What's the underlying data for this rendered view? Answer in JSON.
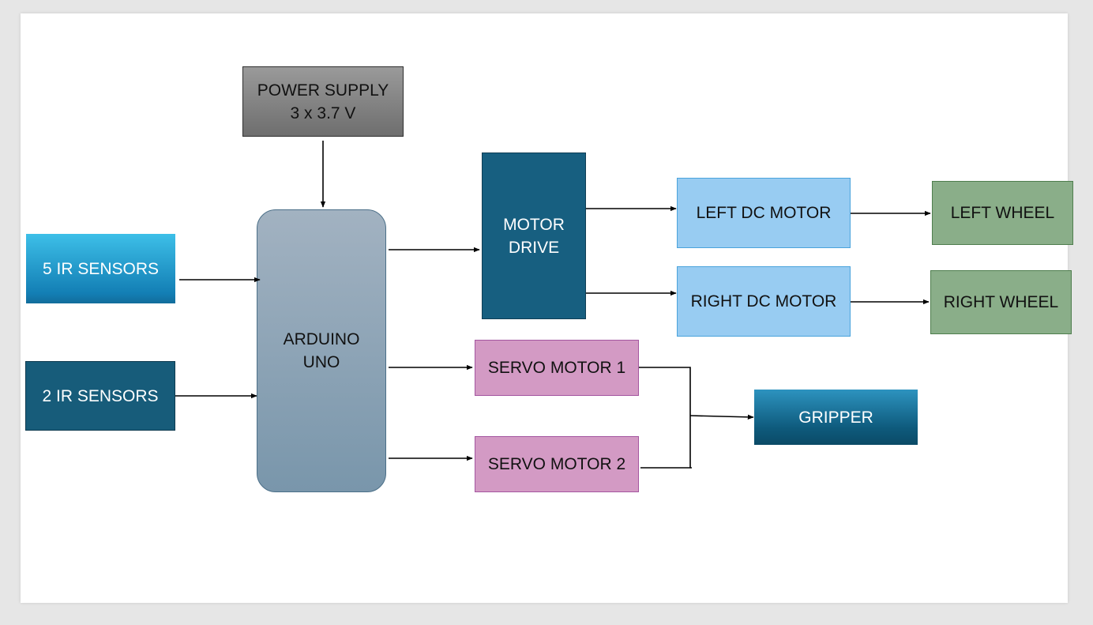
{
  "blocks": {
    "power_supply": {
      "line1": "POWER SUPPLY",
      "line2": "3 x 3.7 V"
    },
    "ir_sensors_5": {
      "label": "5 IR SENSORS"
    },
    "ir_sensors_2": {
      "label": "2 IR SENSORS"
    },
    "arduino": {
      "line1": "ARDUINO",
      "line2": "UNO"
    },
    "motor_drive": {
      "line1": "MOTOR",
      "line2": "DRIVE"
    },
    "left_dc_motor": {
      "label": "LEFT DC MOTOR"
    },
    "right_dc_motor": {
      "label": "RIGHT DC MOTOR"
    },
    "left_wheel": {
      "label": "LEFT WHEEL"
    },
    "right_wheel": {
      "label": "RIGHT WHEEL"
    },
    "servo_motor_1": {
      "label": "SERVO MOTOR 1"
    },
    "servo_motor_2": {
      "label": "SERVO MOTOR 2"
    },
    "gripper": {
      "label": "GRIPPER"
    }
  },
  "connections": [
    {
      "from": "power_supply",
      "to": "arduino"
    },
    {
      "from": "ir_sensors_5",
      "to": "arduino"
    },
    {
      "from": "ir_sensors_2",
      "to": "arduino"
    },
    {
      "from": "arduino",
      "to": "motor_drive"
    },
    {
      "from": "arduino",
      "to": "servo_motor_1"
    },
    {
      "from": "arduino",
      "to": "servo_motor_2"
    },
    {
      "from": "motor_drive",
      "to": "left_dc_motor"
    },
    {
      "from": "motor_drive",
      "to": "right_dc_motor"
    },
    {
      "from": "left_dc_motor",
      "to": "left_wheel"
    },
    {
      "from": "right_dc_motor",
      "to": "right_wheel"
    },
    {
      "from": "servo_motor_1",
      "to": "gripper"
    },
    {
      "from": "servo_motor_2",
      "to": "gripper"
    }
  ]
}
